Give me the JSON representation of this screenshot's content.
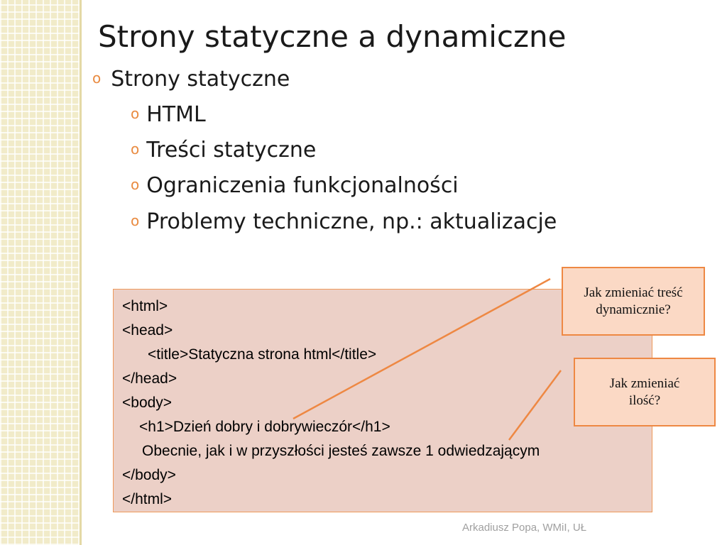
{
  "slide": {
    "title": "Strony statyczne a dynamiczne",
    "bullets": [
      {
        "marker": "o",
        "text": "Strony statyczne"
      },
      {
        "marker": "o",
        "text": "HTML"
      },
      {
        "marker": "o",
        "text": "Treści statyczne"
      },
      {
        "marker": "o",
        "text": "Ograniczenia funkcjonalności"
      },
      {
        "marker": "o",
        "text": "Problemy techniczne, np.: aktualizacje"
      }
    ],
    "code_lines": [
      "<html>",
      "<head>",
      "<title>Statyczna strona html</title>",
      "</head>",
      "<body>",
      "<h1>Dzień dobry i dobrywieczór</h1>",
      "Obecnie, jak i w przyszłości jesteś zawsze 1 odwiedzającym",
      "</body>",
      "</html>"
    ],
    "callouts": [
      "Jak zmieniać treść dynamicznie?",
      "Jak zmieniać ilość?"
    ],
    "footer": "Arkadiusz Popa, WMiI, UŁ"
  },
  "colors": {
    "accent": "#e98b41",
    "code_background": "#ecd0c7",
    "callout_background": "#fbd9c5",
    "side_strip": "#f1ebc9"
  }
}
